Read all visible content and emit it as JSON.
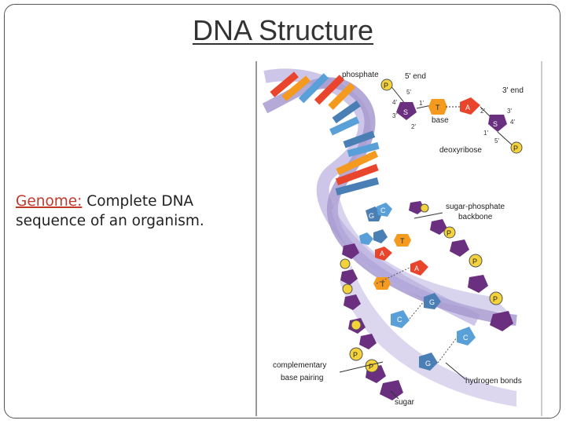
{
  "slide": {
    "title": "DNA Structure",
    "term": "Genome:",
    "definition": "Complete DNA sequence of an organism."
  },
  "diagram": {
    "labels": {
      "phosphate": "phosphate",
      "five_end": "5' end",
      "three_end": "3' end",
      "base": "base",
      "deoxyribose": "deoxyribose",
      "backbone_line1": "sugar-phosphate",
      "backbone_line2": "backbone",
      "pairing_line1": "complementary",
      "pairing_line2": "base pairing",
      "hydrogen_bonds": "hydrogen bonds",
      "sugar": "sugar"
    },
    "carbons": {
      "c5_left": "5'",
      "c4_left": "4'",
      "c3_left": "3'",
      "c1_left": "1'",
      "c2_left": "2'",
      "c2_right": "2'",
      "c3_right": "3'",
      "c4_right": "4'",
      "c1_right": "1'",
      "c5_right": "5'"
    },
    "symbols": {
      "P": "P",
      "S": "S",
      "T": "T",
      "A": "A",
      "G": "G",
      "C": "C"
    },
    "colors": {
      "sugar": "#6a2f7f",
      "phosphate": "#f3d23c",
      "adenine": "#e8452c",
      "thymine": "#f39a1f",
      "guanine": "#4a7fb5",
      "cytosine": "#5aa0d8",
      "backbone": "#a79ad0"
    }
  }
}
